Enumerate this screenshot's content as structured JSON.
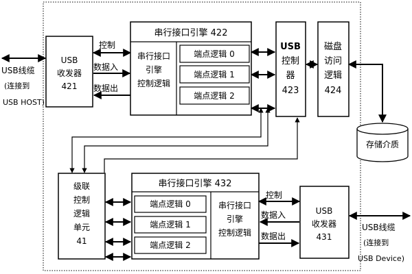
{
  "left_cable": {
    "line1": "USB线缆",
    "line2": "(连接到",
    "line3": "USB HOST)"
  },
  "right_cable": {
    "line1": "USB线缆",
    "line2": "(连接到",
    "line3": "USB Device)"
  },
  "transceiver_421": {
    "line1": "USB",
    "line2": "收发器",
    "line3": "421"
  },
  "transceiver_431": {
    "line1": "USB",
    "line2": "收发器",
    "line3": "431"
  },
  "sie_422": {
    "title": "串行接口引擎 422",
    "ctrl_line1": "串行接口",
    "ctrl_line2": "引擎",
    "ctrl_line3": "控制逻辑",
    "endpoints": [
      "端点逻辑 0",
      "端点逻辑 1",
      "端点逻辑 2"
    ]
  },
  "sie_432": {
    "title": "串行接口引擎 432",
    "ctrl_line1": "串行接口",
    "ctrl_line2": "引擎",
    "ctrl_line3": "控制逻辑",
    "endpoints": [
      "端点逻辑 0",
      "端点逻辑 1",
      "端点逻辑 2"
    ]
  },
  "usb_controller_423": {
    "line1": "USB",
    "line2": "控制",
    "line3": "器",
    "line4": "423"
  },
  "disk_logic_424": {
    "line1": "磁盘",
    "line2": "访问",
    "line3": "逻辑",
    "line4": "424"
  },
  "storage": {
    "label": "存储介质"
  },
  "cascade_41": {
    "line1": "级联",
    "line2": "控制",
    "line3": "逻辑",
    "line4": "单元",
    "line5": "41"
  },
  "signals_top": {
    "control": "控制",
    "data_in": "数据入",
    "data_out": "数据出"
  },
  "signals_bottom": {
    "control": "控制",
    "data_in": "数据入",
    "data_out": "数据出"
  }
}
